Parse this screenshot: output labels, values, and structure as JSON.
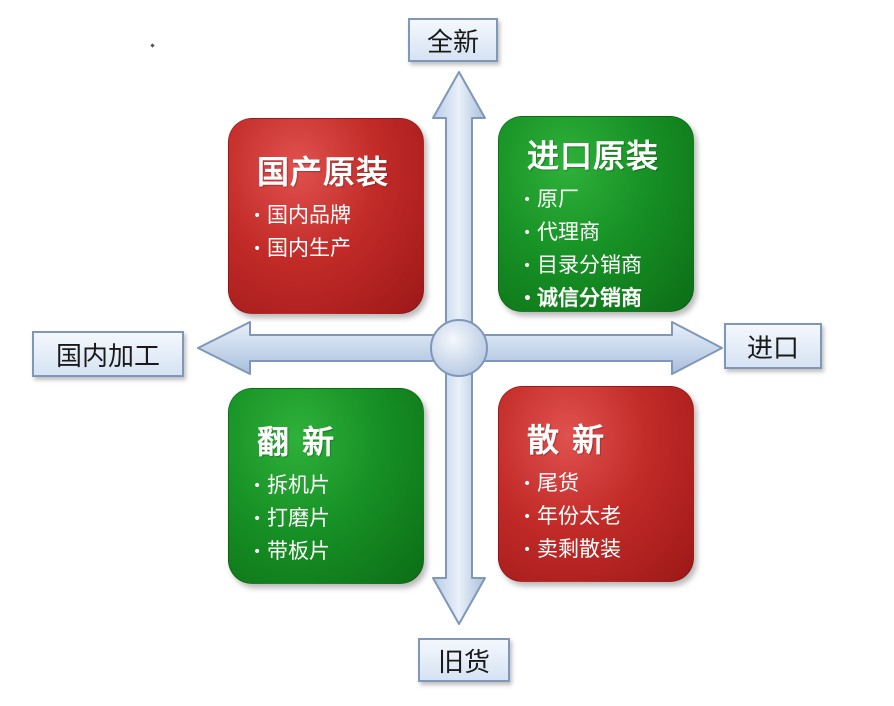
{
  "axes": {
    "top": "全新",
    "left": "国内加工",
    "right": "进口",
    "bottom": "旧货"
  },
  "quadrants": {
    "top_left": {
      "title": "国产原装",
      "items": [
        "国内品牌",
        "国内生产"
      ],
      "color": "#c22b28"
    },
    "top_right": {
      "title": "进口原装",
      "items": [
        "原厂",
        "代理商",
        "目录分销商",
        "诚信分销商"
      ],
      "color": "#179125"
    },
    "bottom_left": {
      "title": "翻 新",
      "items": [
        "拆机片",
        "打磨片",
        "带板片"
      ],
      "color": "#179125"
    },
    "bottom_right": {
      "title": "散 新",
      "items": [
        "尾货",
        "年份太老",
        "卖剩散装"
      ],
      "color": "#c22b28"
    }
  },
  "bullet": "•"
}
